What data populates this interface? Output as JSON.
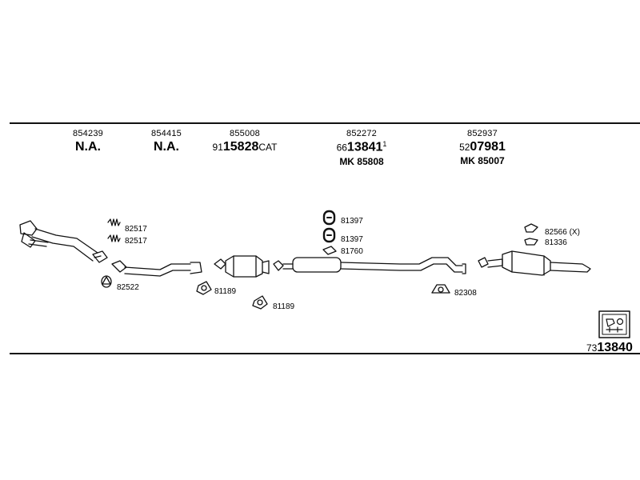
{
  "columns": [
    {
      "part_no": "854239",
      "main": "N.A.",
      "main_prefix": "",
      "main_suffix": "",
      "main_sup": "",
      "mk": ""
    },
    {
      "part_no": "854415",
      "main": "N.A.",
      "main_prefix": "",
      "main_suffix": "",
      "main_sup": "",
      "mk": ""
    },
    {
      "part_no": "855008",
      "main": "15828",
      "main_prefix": "91",
      "main_suffix": "CAT",
      "main_sup": "",
      "mk": ""
    },
    {
      "part_no": "852272",
      "main": "13841",
      "main_prefix": "66",
      "main_suffix": "",
      "main_sup": "1",
      "mk": "MK 85808"
    },
    {
      "part_no": "852937",
      "main": "07981",
      "main_prefix": "52",
      "main_suffix": "",
      "main_sup": "",
      "mk": "MK 85007"
    }
  ],
  "labels": {
    "l82517a": "82517",
    "l82517b": "82517",
    "l82522": "82522",
    "l81189a": "81189",
    "l81189b": "81189",
    "l81397a": "81397",
    "l81397b": "81397",
    "l81760": "81760",
    "l82308": "82308",
    "l82566": "82566 (X)",
    "l81336": "81336"
  },
  "footer": {
    "prefix": "73",
    "number": "13840"
  },
  "icons": [
    "clamp-icon",
    "gasket-icon",
    "hanger-icon",
    "mounting-kit-icon",
    "pipe-icon",
    "catalyst-icon",
    "muffler-icon"
  ]
}
